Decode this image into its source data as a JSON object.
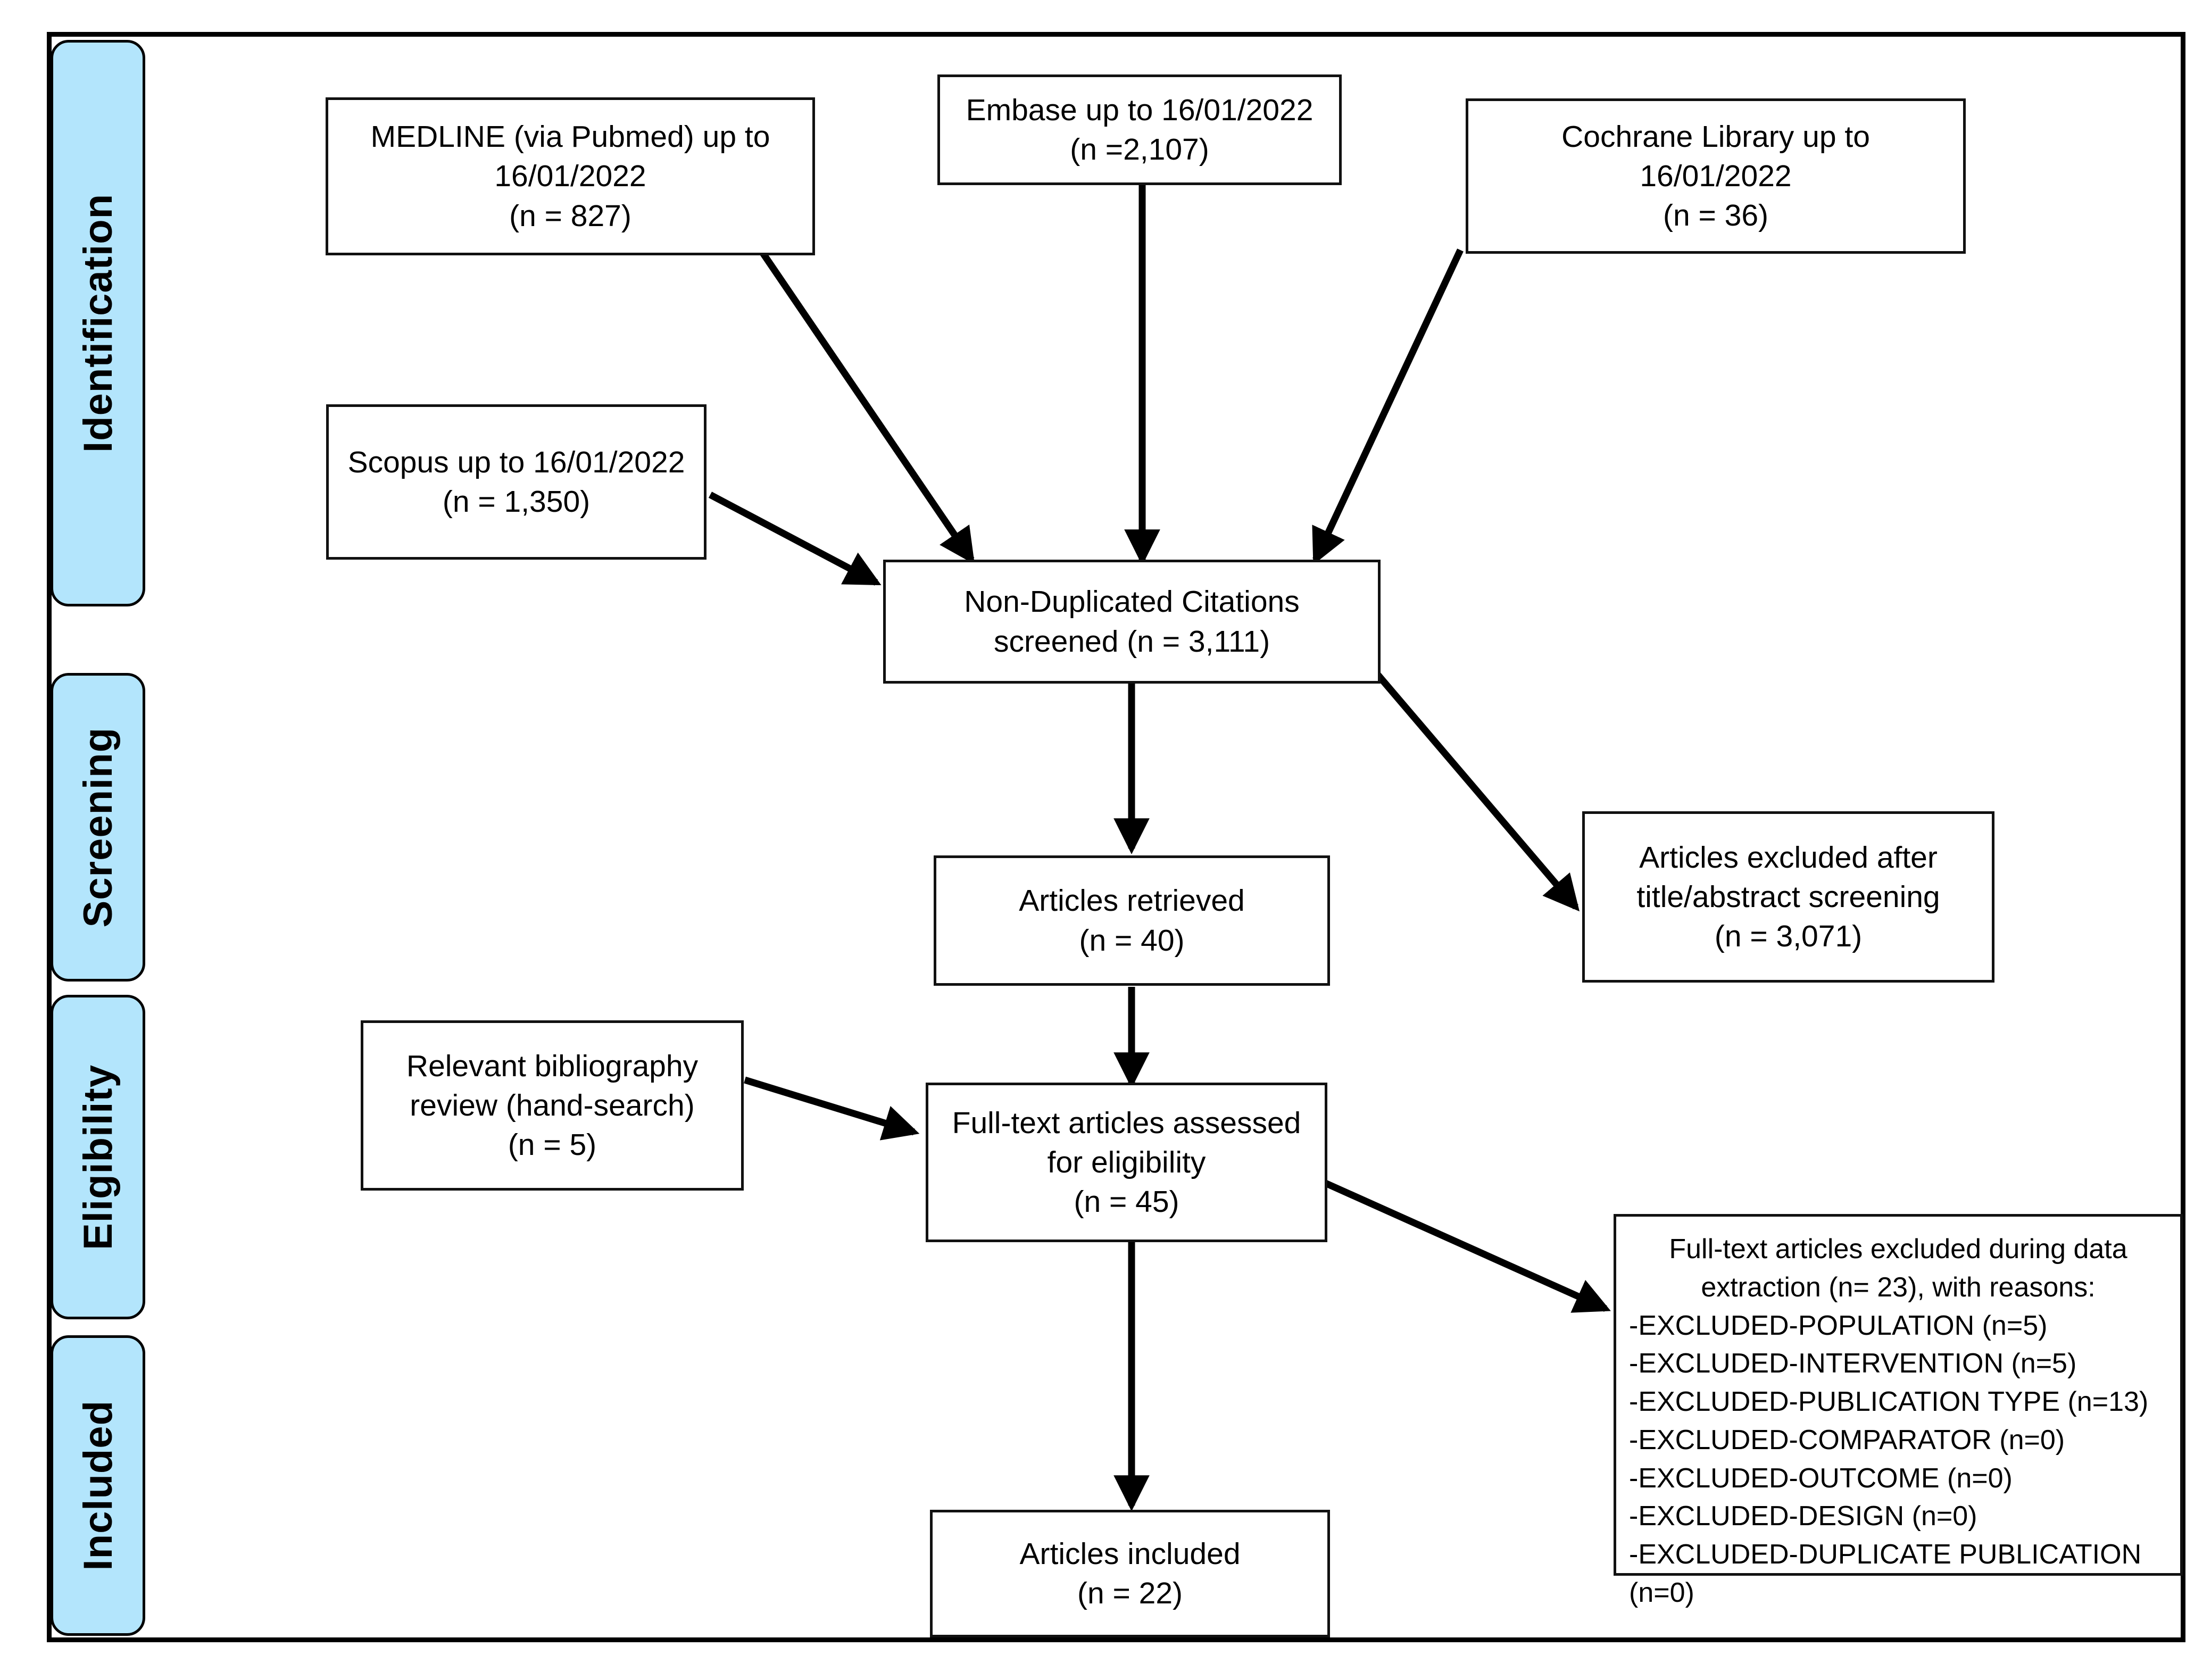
{
  "figure": {
    "type": "prisma-flow-diagram",
    "border_color": "#000000",
    "stage_fill_color": "#b3e5fc",
    "box_fill_color": "#ffffff"
  },
  "stages": [
    {
      "label": "Identification"
    },
    {
      "label": "Screening"
    },
    {
      "label": "Eligibility"
    },
    {
      "label": "Included"
    }
  ],
  "nodes": {
    "medline": {
      "line1": "MEDLINE (via Pubmed) up to",
      "line2": "16/01/2022",
      "line3": "(n = 827)"
    },
    "embase": {
      "line1": "Embase up to 16/01/2022",
      "line2": "(n =2,107)"
    },
    "cochrane": {
      "line1": "Cochrane Library up to",
      "line2": "16/01/2022",
      "line3": "(n = 36)"
    },
    "scopus": {
      "line1": "Scopus up to 16/01/2022",
      "line2": "(n = 1,350)"
    },
    "nonduplicated": {
      "line1": "Non-Duplicated Citations",
      "line2": "screened (n = 3,111)"
    },
    "excluded_screening": {
      "line1": "Articles excluded after",
      "line2": "title/abstract screening",
      "line3": "(n = 3,071)"
    },
    "retrieved": {
      "line1": "Articles retrieved",
      "line2": "(n = 40)"
    },
    "handsearch": {
      "line1": "Relevant bibliography",
      "line2": "review (hand-search)",
      "line3": "(n = 5)"
    },
    "fulltext": {
      "line1": "Full-text articles assessed",
      "line2": "for eligibility",
      "line3": "(n = 45)"
    },
    "included": {
      "line1": "Articles included",
      "line2": "(n = 22)"
    },
    "excluded_fulltext": {
      "line1": "Full-text articles excluded during data",
      "line2": "extraction (n= 23), with reasons:",
      "reason1": "-EXCLUDED-POPULATION (n=5)",
      "reason2": "-EXCLUDED-INTERVENTION (n=5)",
      "reason3": "-EXCLUDED-PUBLICATION TYPE (n=13)",
      "reason4": "-EXCLUDED-COMPARATOR (n=0)",
      "reason5": "-EXCLUDED-OUTCOME (n=0)",
      "reason6": "-EXCLUDED-DESIGN (n=0)",
      "reason7": "-EXCLUDED-DUPLICATE PUBLICATION (n=0)"
    }
  },
  "chart_data": {
    "type": "diagram",
    "title": "PRISMA flow diagram",
    "counts": {
      "medline_pubmed": 827,
      "embase": 2107,
      "cochrane_library": 36,
      "scopus": 1350,
      "non_duplicated_screened": 3111,
      "excluded_title_abstract": 3071,
      "articles_retrieved": 40,
      "hand_search": 5,
      "full_text_assessed": 45,
      "full_text_excluded": 23,
      "articles_included": 22,
      "excluded_population": 5,
      "excluded_intervention": 5,
      "excluded_publication_type": 13,
      "excluded_comparator": 0,
      "excluded_outcome": 0,
      "excluded_design": 0,
      "excluded_duplicate_publication": 0
    },
    "search_date": "16/01/2022"
  }
}
